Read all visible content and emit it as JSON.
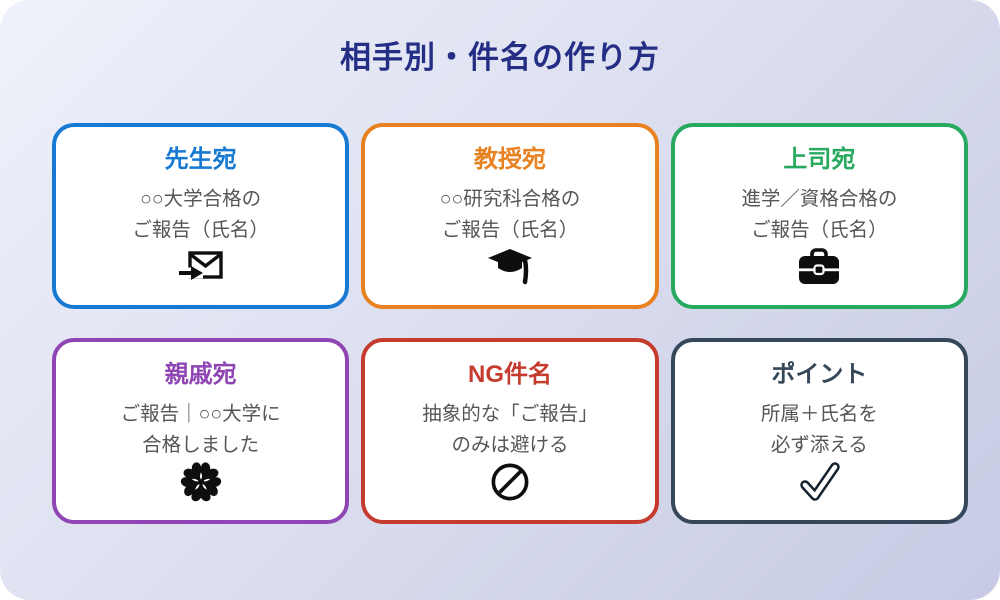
{
  "title": "相手別・件名の作り方",
  "colors": {
    "title_color": "#242E85",
    "background_top": "#EFF1FA",
    "background_bottom": "#C6CAE3",
    "card_background": "#FFFFFF",
    "body_text": "#565656",
    "icon_black": "#0E0E0E"
  },
  "cards": [
    {
      "label": "先生宛",
      "line1": "○○大学合格の",
      "line2": "ご報告（氏名）",
      "icon": "send-mail-icon",
      "color": "#1779D1"
    },
    {
      "label": "教授宛",
      "line1": "○○研究科合格の",
      "line2": "ご報告（氏名）",
      "icon": "graduation-cap-icon",
      "color": "#E8811F"
    },
    {
      "label": "上司宛",
      "line1": "進学／資格合格の",
      "line2": "ご報告（氏名）",
      "icon": "briefcase-icon",
      "color": "#27A960"
    },
    {
      "label": "親戚宛",
      "line1": "ご報告｜○○大学に",
      "line2": "合格しました",
      "icon": "cherry-blossom-icon",
      "color": "#8F46B4"
    },
    {
      "label": "NG件名",
      "line1": "抽象的な「ご報告」",
      "line2": "のみは避ける",
      "icon": "prohibition-icon",
      "color": "#C53B2E"
    },
    {
      "label": "ポイント",
      "line1": "所属＋氏名を",
      "line2": "必ず添える",
      "icon": "checkmark-icon",
      "color": "#37475A"
    }
  ]
}
